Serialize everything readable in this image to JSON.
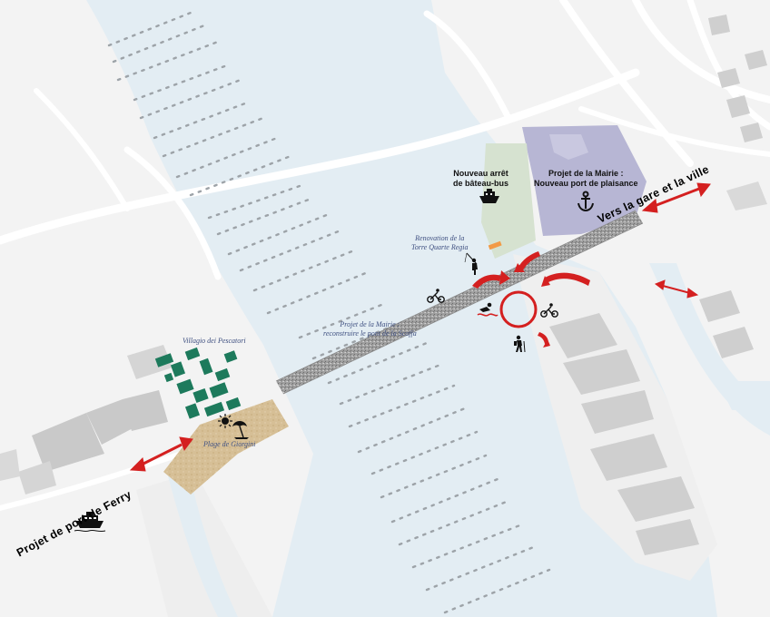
{
  "labels": {
    "bateau_bus": [
      "Nouveau arrêt",
      "de bâteau-bus"
    ],
    "plaisance": [
      "Projet de la Mairie :",
      "Nouveau port de plaisance"
    ],
    "gare": "Vers la gare et la ville",
    "torre": [
      "Renovation de la",
      "Torre Quarte Regia"
    ],
    "pont": [
      "Projet de la Mairie :",
      "reconstruire le pont de la Scaffa"
    ],
    "villaggio": "Villagio dei Pescatori",
    "plage": "Plage de Giorgini",
    "ferry": "Projet de port de Ferry"
  },
  "icons": [
    "ship-icon",
    "anchor-icon",
    "fisherman-icon",
    "cyclist-icon",
    "swimmer-icon",
    "hiker-icon",
    "sun-icon",
    "umbrella-icon",
    "ferry-icon"
  ],
  "colors": {
    "water": "#e3edf3",
    "land": "#f3f3f3",
    "building": "#c9c9c9",
    "marina": "#b7b6d4",
    "park": "#d6e2d0",
    "beach": "#d6bf96",
    "village": "#1d7a5c",
    "bridge": "#9c9c9c",
    "accent": "#d42020"
  }
}
